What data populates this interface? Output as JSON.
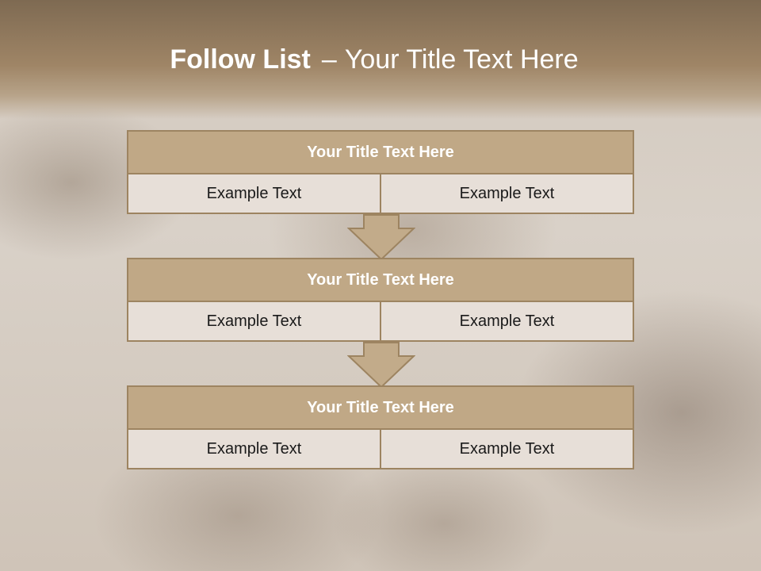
{
  "slide": {
    "title_bold": "Follow List",
    "title_sep": "–",
    "title_rest": "Your Title Text Here"
  },
  "blocks": [
    {
      "title": "Your Title Text Here",
      "left": "Example Text",
      "right": "Example Text"
    },
    {
      "title": "Your Title Text Here",
      "left": "Example Text",
      "right": "Example Text"
    },
    {
      "title": "Your Title Text Here",
      "left": "Example Text",
      "right": "Example Text"
    }
  ],
  "colors": {
    "header_fill": "#c0a886",
    "border": "#9d8461",
    "cell_fill": "#e7dfd8",
    "arrow_fill": "#c2ab8a"
  }
}
